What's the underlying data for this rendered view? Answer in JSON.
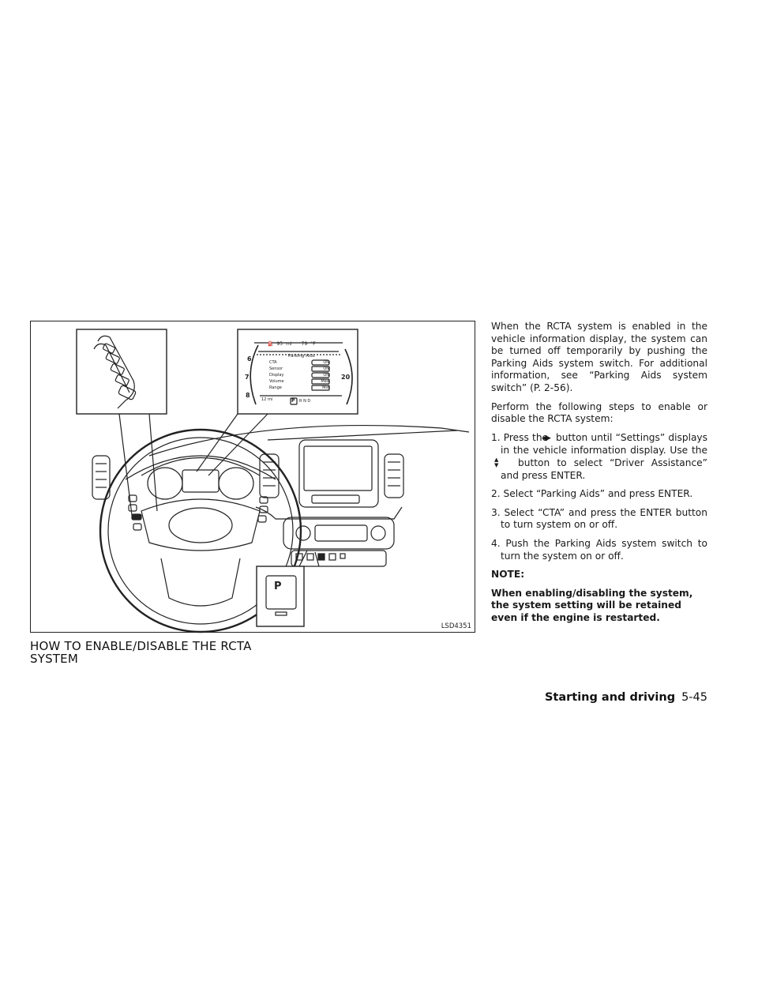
{
  "figure": {
    "code": "LSD4351",
    "cluster": {
      "fuel": "95",
      "fuel_unit": "mi",
      "temp": "79",
      "temp_unit": "°F",
      "menu_title": "Parking Aids",
      "rows": [
        {
          "label": "CTA",
          "value": "ON"
        },
        {
          "label": "Sensor",
          "value": "ON"
        },
        {
          "label": "Display",
          "value": "ON"
        },
        {
          "label": "Volume",
          "value": "Med"
        },
        {
          "label": "Range",
          "value": "Mid"
        }
      ],
      "odo": "12",
      "odo_unit": "mi",
      "gear_p": "P",
      "gear_rest": "R N D",
      "tach": [
        "6",
        "7",
        "8"
      ],
      "speed": "20"
    },
    "switch_label": "P"
  },
  "heading": "HOW TO ENABLE/DISABLE THE RCTA SYSTEM",
  "body": {
    "para1": "When the RCTA system is enabled in the vehicle information display, the system can be turned off temporarily by pushing the Parking Aids system switch. For additional information, see “Parking Aids system switch” (P. 2-56).",
    "para2": "Perform the following steps to enable or disable the RCTA system:",
    "step1_a": "1. Press the",
    "step1_b": "button until “Settings” displays in the vehicle information display. Use the",
    "step1_c": "button to select “Driver Assistance” and press ENTER.",
    "step2": "2. Select “Parking Aids” and press ENTER.",
    "step3": "3. Select “CTA” and press the ENTER button to turn system on or off.",
    "step4": "4. Push the Parking Aids system switch to turn the system on or off.",
    "note_label": "NOTE:",
    "note_text": "When enabling/disabling the system, the system setting will be retained even if the engine is restarted."
  },
  "footer": {
    "section": "Starting and driving",
    "page": "5-45"
  },
  "icons": {
    "left_right": "left-right-arrows-icon",
    "up_down": "up-down-arrows-icon"
  }
}
